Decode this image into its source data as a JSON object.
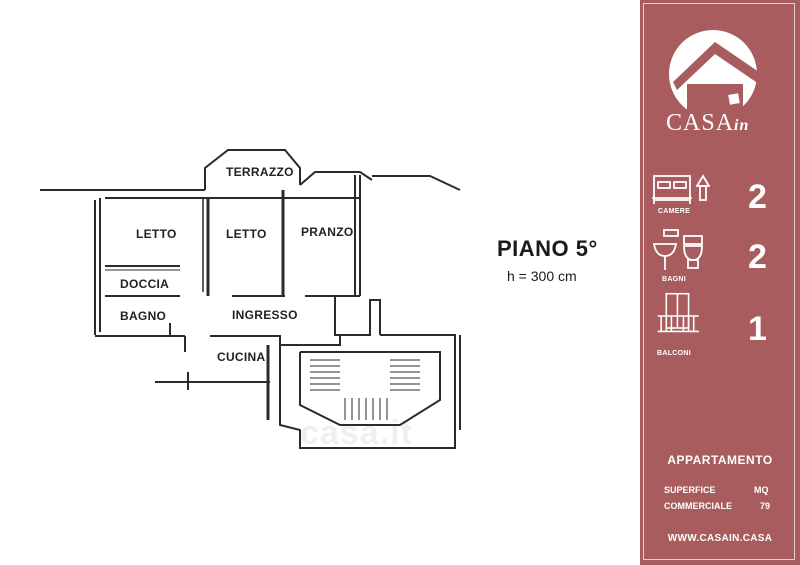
{
  "floor_plan": {
    "rooms": {
      "terrazzo": "TERRAZZO",
      "letto_1": "LETTO",
      "letto_2": "LETTO",
      "pranzo": "PRANZO",
      "doccia": "DOCCIA",
      "bagno": "BAGNO",
      "ingresso": "INGRESSO",
      "cucina": "CUCINA"
    },
    "floor_title": "PIANO 5°",
    "floor_height": "h = 300 cm",
    "watermark": "casa.it"
  },
  "sidebar": {
    "brand": {
      "main": "CASA",
      "sub": "in"
    },
    "stats": [
      {
        "icon": "bed-icon",
        "caption": "CAMERE",
        "value": "2"
      },
      {
        "icon": "bathroom-icon",
        "caption": "BAGNI",
        "value": "2"
      },
      {
        "icon": "balcony-icon",
        "caption": "BALCONI",
        "value": "1"
      }
    ],
    "property_type": "APPARTAMENTO",
    "specs": {
      "label_line1": "SUPERFICE",
      "label_line2": "COMMERCIALE",
      "unit": "MQ",
      "value": "79"
    },
    "website": "WWW.CASAIN.CASA",
    "colors": {
      "panel": "#a85c5e",
      "text": "#ffffff"
    }
  }
}
